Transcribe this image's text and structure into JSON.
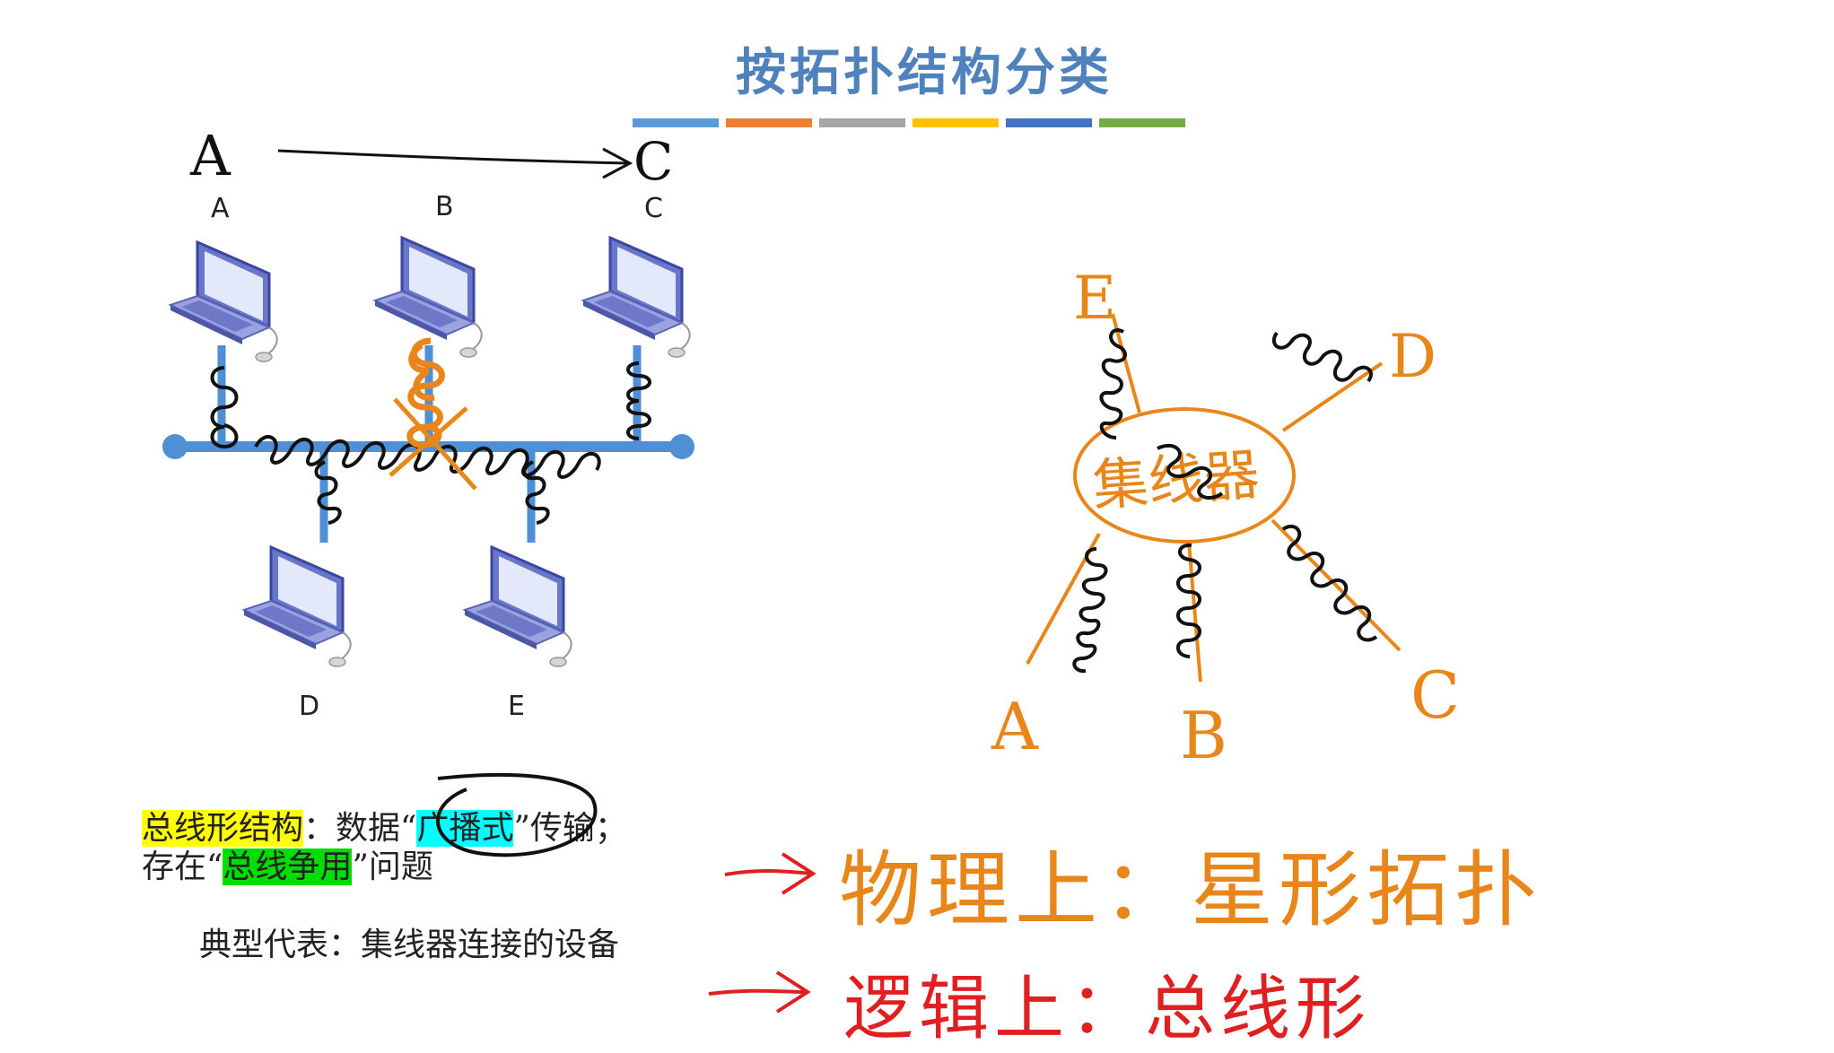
{
  "title": "按拓扑结构分类",
  "colors": {
    "title": "#4f81bd",
    "bus": "#4f8fd6",
    "annotation_orange": "#e8861a",
    "annotation_red": "#e02020",
    "ink": "#111111",
    "bar_stripes": [
      "#5b9bd5",
      "#ed7d31",
      "#a5a5a5",
      "#ffc000",
      "#4472c4",
      "#70ad47"
    ]
  },
  "bus_diagram": {
    "handwritten_top": {
      "left": "A",
      "right": "C"
    },
    "top_labels": [
      "A",
      "B",
      "C"
    ],
    "bottom_labels": [
      "D",
      "E"
    ],
    "icons": [
      "laptop-icon",
      "mouse-icon"
    ]
  },
  "star_diagram": {
    "hub_label": "集线器",
    "node_labels": {
      "e": "E",
      "d": "D",
      "a": "A",
      "b": "B",
      "c": "C"
    }
  },
  "text": {
    "bus_structure": "总线形结构",
    "line1_mid": "：数据",
    "quote_open": "“",
    "broadcast": "广播式",
    "quote_close": "”",
    "line1_end": "传输；",
    "line2_start": "存在",
    "bus_contention": "总线争用",
    "line2_end": "问题",
    "typical": "典型代表：集线器连接的设备"
  },
  "notes": {
    "physical": "物理上：星形拓扑",
    "logical": "逻辑上：总线形"
  }
}
